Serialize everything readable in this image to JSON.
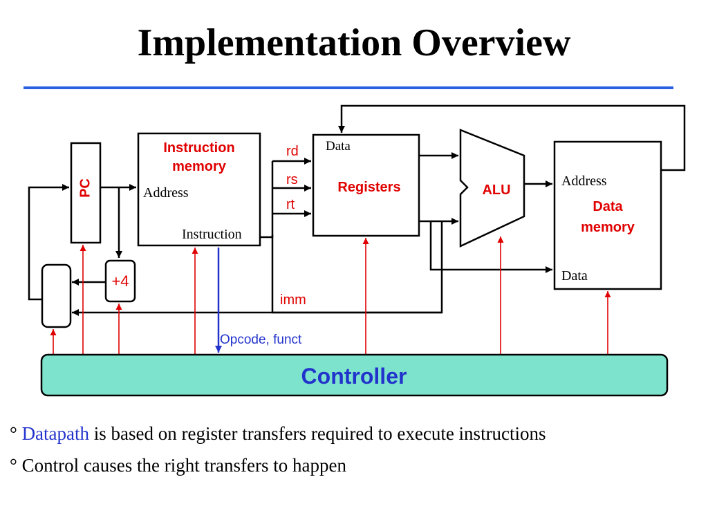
{
  "slide": {
    "title": "Implementation Overview"
  },
  "diagram": {
    "pc_label": "PC",
    "instruction_memory": {
      "title_line1": "Instruction",
      "title_line2": "memory",
      "address_label": "Address",
      "instruction_label": "Instruction"
    },
    "registers": {
      "title": "Registers",
      "data_label": "Data",
      "rd_label": "rd",
      "rs_label": "rs",
      "rt_label": "rt"
    },
    "alu_label": "ALU",
    "data_memory": {
      "title_line1": "Data",
      "title_line2": "memory",
      "address_label": "Address",
      "data_label": "Data"
    },
    "adder_label": "+4",
    "imm_label": "imm",
    "opcode_label": "Opcode, funct",
    "controller_label": "Controller"
  },
  "bullets": {
    "b1_mark": "°",
    "b1_highlight": "Datapath",
    "b1_rest": " is based on register transfers required to execute instructions",
    "b2_mark": "°",
    "b2_text": "Control causes the right transfers to happen"
  },
  "colors": {
    "accent_blue": "#2b5fe3",
    "label_red": "#e00000",
    "control_red": "#e00000",
    "controller_fill": "#7ee3cd",
    "controller_text": "#2233cc"
  }
}
